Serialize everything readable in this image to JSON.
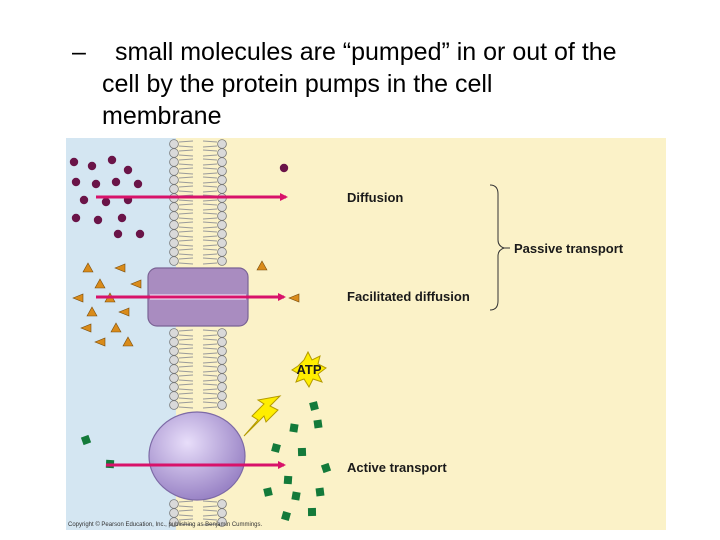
{
  "slide": {
    "dash": "–",
    "bullet_lines": [
      " small molecules are “pumped” in or out of the",
      "cell by the protein pumps in the cell",
      "membrane"
    ]
  },
  "figure": {
    "label_diffusion": "Diffusion",
    "label_facilitated": "Facilitated diffusion",
    "label_passive": "Passive transport",
    "label_active": "Active transport",
    "label_atp": "ATP",
    "copyright": "Copyright © Pearson Education, Inc., publishing as Benjamin Cummings.",
    "colors": {
      "outside_bg": "#d4e6f2",
      "inside_bg": "#fbf2c8",
      "arrow": "#d8126a",
      "molecule_dot": "#6a1448",
      "molecule_triangle": "#d98b1a",
      "molecule_square": "#137a3a",
      "channel_protein": "#a98cc0",
      "pump_protein": "#b9a2d8",
      "atp_burst": "#ffee00"
    }
  }
}
